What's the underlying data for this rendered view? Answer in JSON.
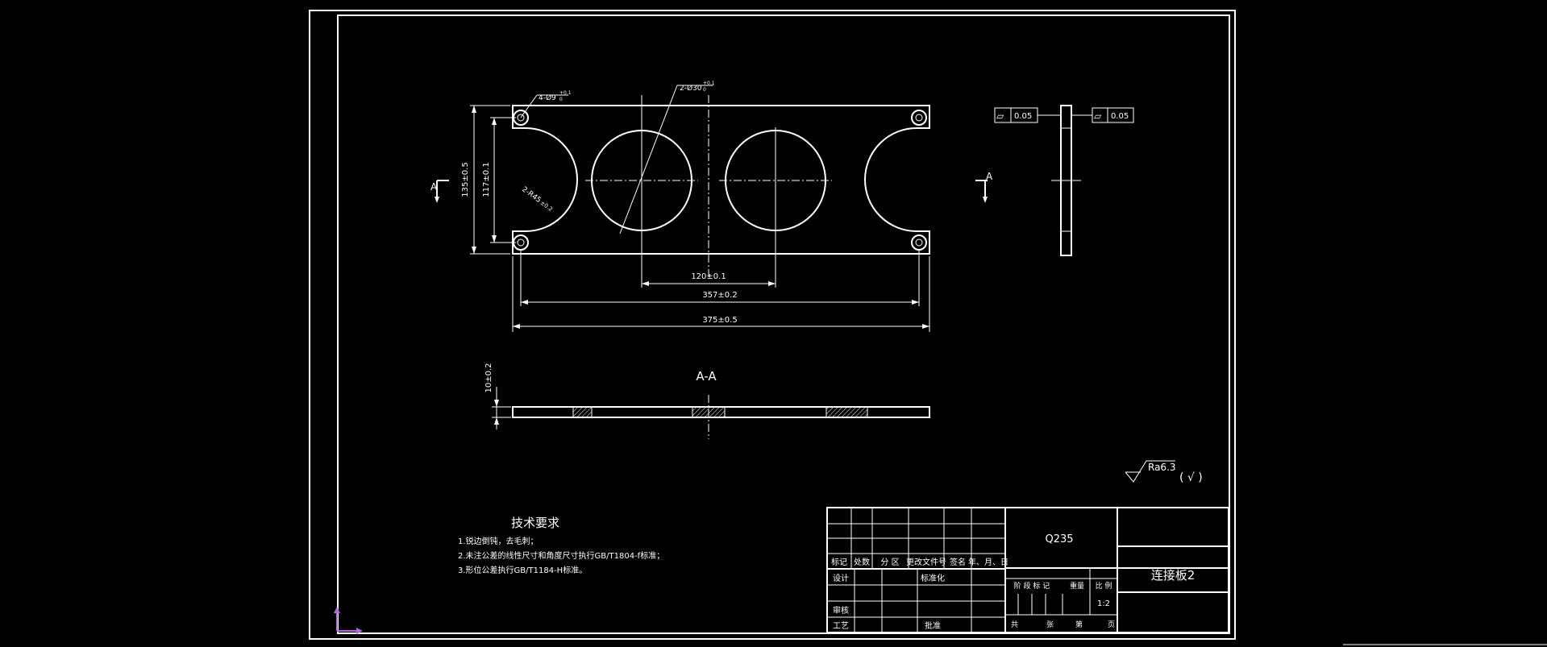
{
  "drawing": {
    "part_name": "连接板2",
    "material": "Q235",
    "scale": "1:2",
    "dimensions": {
      "hole_small": "4-Ø9",
      "hole_small_tol_upper": "+0.1",
      "hole_small_tol_lower": "0",
      "hole_large": "2-Ø30",
      "hole_large_tol_upper": "+0.1",
      "hole_large_tol_lower": "0",
      "arc": "2-R45",
      "arc_tol": "±0.2",
      "height_outer": "135±0.5",
      "height_inner": "117±0.1",
      "spacing_center": "120±0.1",
      "spacing_holes": "357±0.2",
      "length_total": "375±0.5",
      "thickness": "10±0.2"
    },
    "section": {
      "mark": "A",
      "title": "A-A"
    },
    "tolerances": [
      {
        "symbol": "▱",
        "value": "0.05"
      },
      {
        "symbol": "▱",
        "value": "0.05"
      }
    ],
    "roughness": {
      "value": "Ra6.3",
      "other": "( √ )"
    },
    "tech_requirements": {
      "title": "技术要求",
      "items": [
        "1.锐边倒钝，去毛刺；",
        "2.未注公差的线性尺寸和角度尺寸执行GB/T1804-f标准；",
        "3.形位公差执行GB/T1184-H标准。"
      ]
    },
    "title_block": {
      "row_labels": [
        "标记",
        "处数",
        "分 区",
        "更改文件号",
        "签名",
        "年、月、日"
      ],
      "design": "设计",
      "standard": "标准化",
      "review": "审核",
      "process": "工艺",
      "approve": "批准",
      "stage_labels": [
        "阶 段 标 记",
        "重量",
        "比 例"
      ],
      "sheet_labels": [
        "共",
        "张",
        "第",
        "页"
      ]
    }
  }
}
